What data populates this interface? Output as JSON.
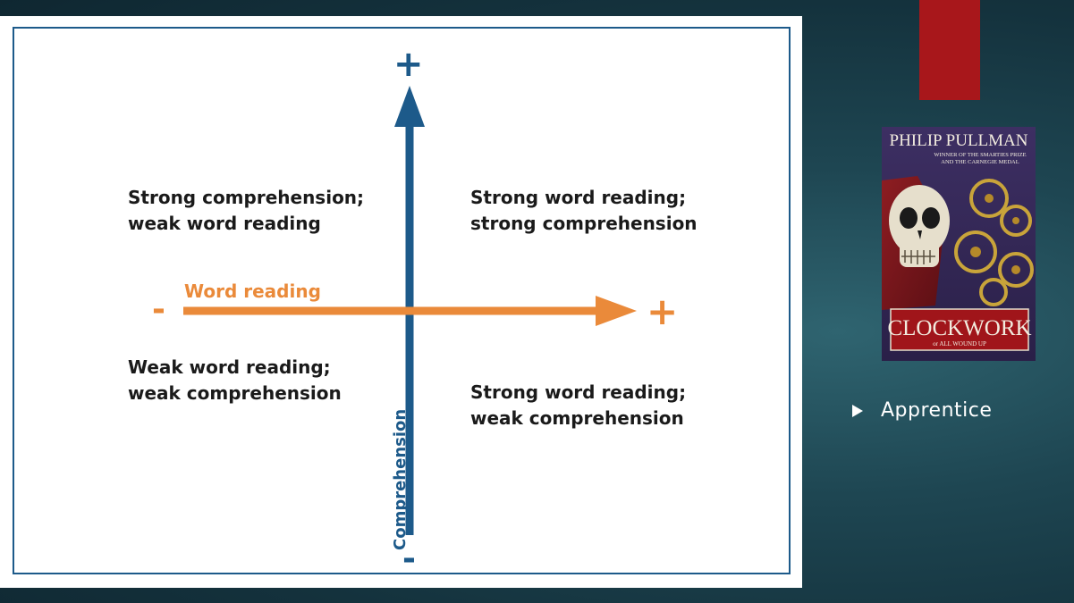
{
  "diagram": {
    "vertical_axis_label": "Comprehension",
    "horizontal_axis_label": "Word reading",
    "vertical_plus": "+",
    "vertical_minus": "-",
    "horizontal_plus": "+",
    "horizontal_minus": "-",
    "quadrants": {
      "top_left": [
        "Strong comprehension;",
        "weak word reading"
      ],
      "top_right": [
        "Strong word reading;",
        "strong comprehension"
      ],
      "bottom_left": [
        "Weak word reading;",
        "weak comprehension"
      ],
      "bottom_right": [
        "Strong word reading;",
        "weak comprehension"
      ]
    },
    "colors": {
      "vertical_axis": "#1d5a8a",
      "horizontal_axis": "#ea8a3a"
    }
  },
  "book": {
    "author": "PHILIP PULLMAN",
    "award_line_1": "WINNER OF THE SMARTIES PRIZE",
    "award_line_2": "AND THE CARNEGIE MEDAL",
    "title": "CLOCKWORK",
    "subtitle": "or ALL WOUND UP"
  },
  "bullets": [
    "Apprentice"
  ],
  "colors": {
    "accent_red": "#a8171b",
    "background": "#1e4652"
  }
}
